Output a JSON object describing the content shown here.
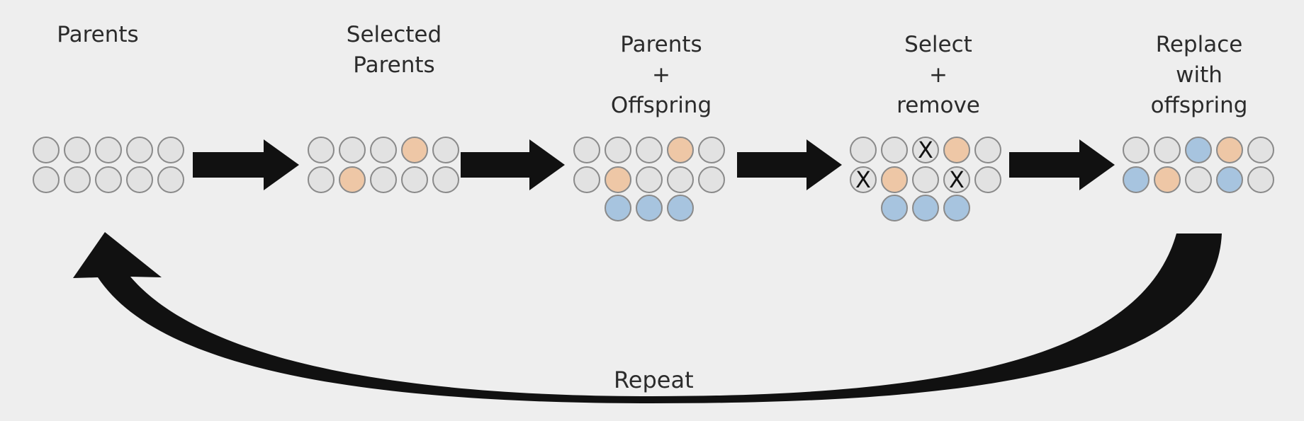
{
  "colors": {
    "background": "#eeeeee",
    "parent": "#e2e2e2",
    "selected_parent": "#eec7a6",
    "offspring": "#a7c4df",
    "circle_stroke": "#8a8a8a",
    "arrow": "#111111"
  },
  "stages": [
    {
      "label_lines": [
        "Parents"
      ],
      "rows": [
        [
          "parent",
          "parent",
          "parent",
          "parent",
          "parent"
        ],
        [
          "parent",
          "parent",
          "parent",
          "parent",
          "parent"
        ]
      ]
    },
    {
      "label_lines": [
        "Selected",
        "Parents"
      ],
      "rows": [
        [
          "parent",
          "parent",
          "parent",
          "selected",
          "parent"
        ],
        [
          "parent",
          "selected",
          "parent",
          "parent",
          "parent"
        ]
      ]
    },
    {
      "label_lines": [
        "Parents",
        "+",
        "Offspring"
      ],
      "rows": [
        [
          "parent",
          "parent",
          "parent",
          "selected",
          "parent"
        ],
        [
          "parent",
          "selected",
          "parent",
          "parent",
          "parent"
        ],
        [
          "offspring",
          "offspring",
          "offspring"
        ]
      ]
    },
    {
      "label_lines": [
        "Select",
        "+",
        "remove"
      ],
      "rows": [
        [
          "parent",
          "parent",
          "removed",
          "selected",
          "parent"
        ],
        [
          "removed",
          "selected",
          "parent",
          "removed",
          "parent"
        ],
        [
          "offspring",
          "offspring",
          "offspring"
        ]
      ]
    },
    {
      "label_lines": [
        "Replace",
        "with",
        "offspring"
      ],
      "rows": [
        [
          "parent",
          "parent",
          "offspring",
          "selected",
          "parent"
        ],
        [
          "offspring",
          "selected",
          "parent",
          "offspring",
          "parent"
        ]
      ]
    }
  ],
  "removed_mark": "X",
  "arrow_icon": "right-arrow-icon",
  "loop_icon": "curved-repeat-arrow-icon",
  "repeat_label": "Repeat"
}
